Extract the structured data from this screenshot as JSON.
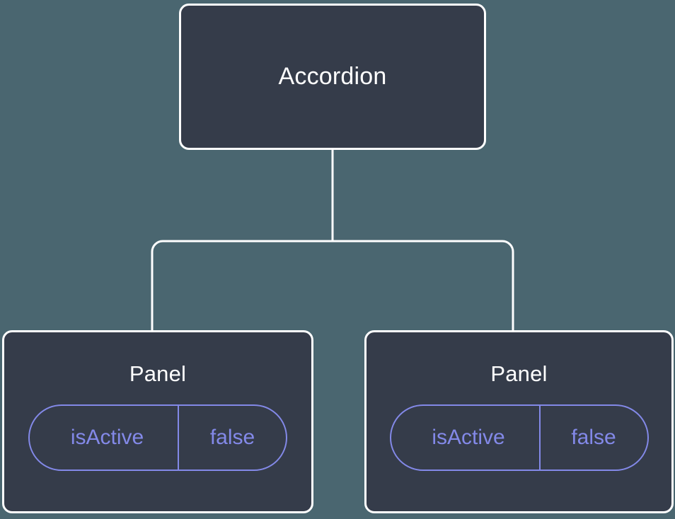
{
  "canvas": {
    "background_color": "#4a6670",
    "node_fill_color": "#353c4a",
    "node_border_color": "#ffffff",
    "edge_color": "#ffffff",
    "badge_color": "#8389e8"
  },
  "tree": {
    "root": {
      "title": "Accordion"
    },
    "children": [
      {
        "title": "Panel",
        "props": [
          {
            "key": "isActive",
            "value": "false"
          }
        ]
      },
      {
        "title": "Panel",
        "props": [
          {
            "key": "isActive",
            "value": "false"
          }
        ]
      }
    ]
  }
}
